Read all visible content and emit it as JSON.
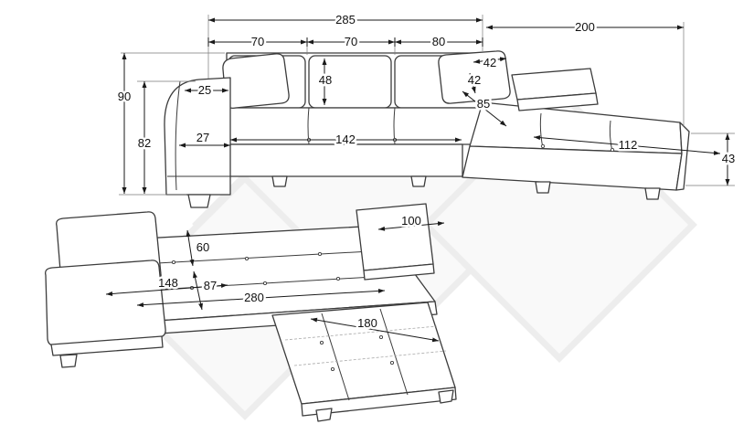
{
  "colors": {
    "background": "#ffffff",
    "outline": "#3c3c3c",
    "dimension": "#1a1a1a",
    "watermark_fill": "#f9f9f9",
    "watermark_stroke": "#ededed"
  },
  "top_view": {
    "dimensions": {
      "overall_width": "285",
      "chaise_total_width": "200",
      "cushions": [
        "70",
        "70",
        "80"
      ],
      "back_cushion_height": "48",
      "pillow_width": "42",
      "pillow_height": "42",
      "overall_height": "90",
      "armrest_height": "82",
      "armrest_top_depth": "25",
      "armrest_front_depth": "27",
      "seat_length": "142",
      "corner_seat_depth": "85",
      "chaise_seat_length": "112",
      "chaise_side_height": "43"
    }
  },
  "bottom_view": {
    "dimensions": {
      "headrest_width": "100",
      "seat_depth": "60",
      "mattress_extension_depth": "87",
      "left_section_width": "148",
      "bed_length": "280",
      "chaise_length": "180"
    }
  }
}
